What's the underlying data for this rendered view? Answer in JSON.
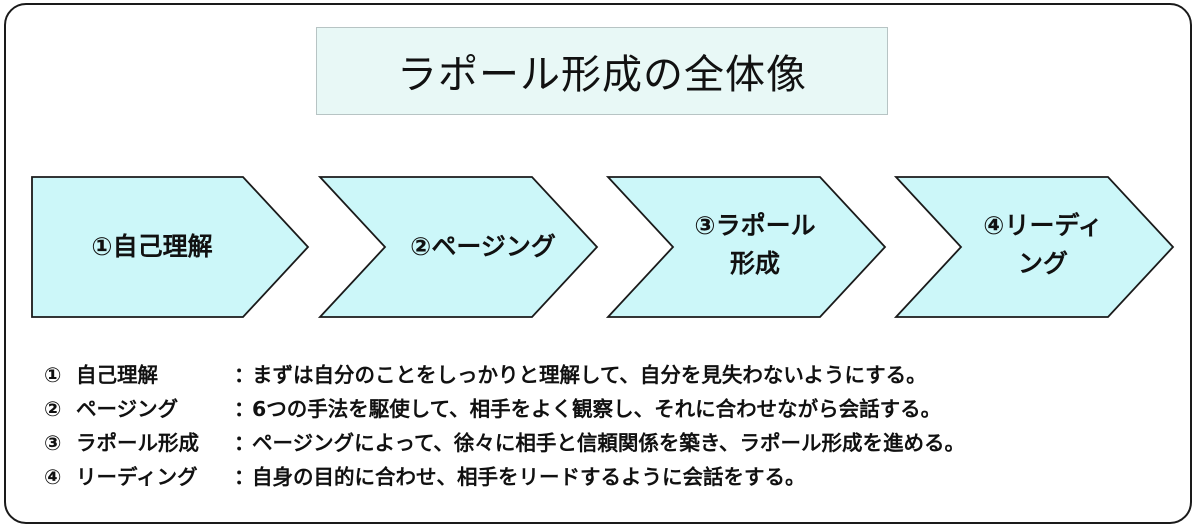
{
  "title": "ラポール形成の全体像",
  "steps": [
    {
      "label_line1": "①自己理解",
      "label_line2": ""
    },
    {
      "label_line1": "②ページング",
      "label_line2": ""
    },
    {
      "label_line1": "③ラポール",
      "label_line2": "形成"
    },
    {
      "label_line1": "④リーディ",
      "label_line2": "ング"
    }
  ],
  "descriptions": [
    {
      "num": "①",
      "name": "自己理解",
      "colon": "：",
      "text": "まずは自分のことをしっかりと理解して、自分を見失わないようにする。"
    },
    {
      "num": "②",
      "name": "ページング",
      "colon": "：",
      "text": "6つの手法を駆使して、相手をよく観察し、それに合わせながら会話する。"
    },
    {
      "num": "③",
      "name": "ラポール形成",
      "colon": "：",
      "text": "ページングによって、徐々に相手と信頼関係を築き、ラポール形成を進める。"
    },
    {
      "num": "④",
      "name": "リーディング",
      "colon": "：",
      "text": "自身の目的に合わせ、相手をリードするように会話をする。"
    }
  ],
  "colors": {
    "arrow_fill": "#ccf7f9",
    "title_fill": "#e8f8f6",
    "stroke": "#1a1a1a"
  }
}
